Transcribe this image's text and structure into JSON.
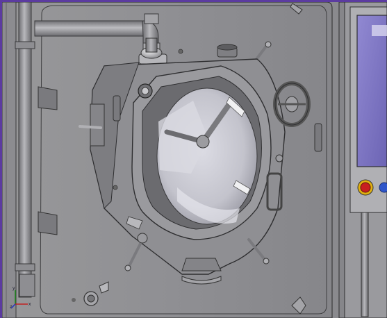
{
  "viewport": {
    "name": "3D CAD viewport",
    "colors": {
      "frame": "#5b3ba0",
      "panel": "#8e8e92",
      "panel_light": "#a4a4a8",
      "edge": "#2e2e30",
      "glass": "#c6c6cf",
      "screen": "#7b73c0",
      "estop_red": "#c82020",
      "estop_ring": "#e0b010",
      "button_blue": "#2f56c9"
    }
  },
  "model": {
    "description_icons": [
      "door-hinge-icon",
      "pipe-elbow-icon",
      "valve-knob-icon",
      "handwheel-icon",
      "emergency-stop-icon",
      "blue-pushbutton-icon",
      "tri-clamp-icon"
    ]
  },
  "triad": {
    "x_label": "x",
    "y_label": "y",
    "z_label": "z"
  }
}
